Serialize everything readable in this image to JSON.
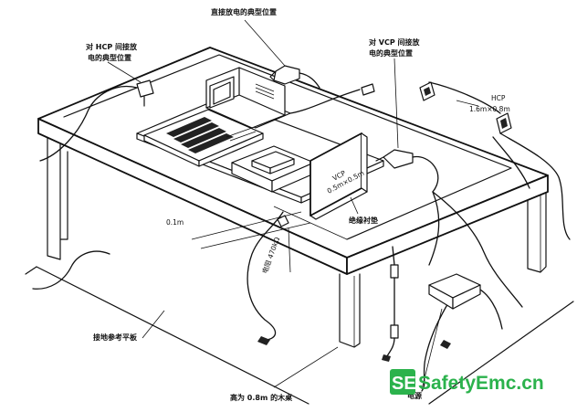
{
  "labels": {
    "direct_discharge": "直接放电的典型位置",
    "hcp_indirect_line1": "对 HCP 间接放",
    "hcp_indirect_line2": "电的典型位置",
    "vcp_indirect_line1": "对 VCP 间接放",
    "vcp_indirect_line2": "电的典型位置",
    "hcp_title": "HCP",
    "hcp_size": "1.6m×0.8m",
    "vcp_title": "VCP",
    "vcp_size": "0.5m×0.5m",
    "insulation_pad": "绝缘衬垫",
    "distance": "0.1m",
    "resistor": "电阻 470kΩ",
    "ground_plane": "接地参考平板",
    "table_height": "高为 0.8m 的木桌",
    "power_supply": "电源"
  },
  "watermark": {
    "badge": "SE",
    "text": "SafetyEmc.cn",
    "color": "#2bb24c"
  }
}
